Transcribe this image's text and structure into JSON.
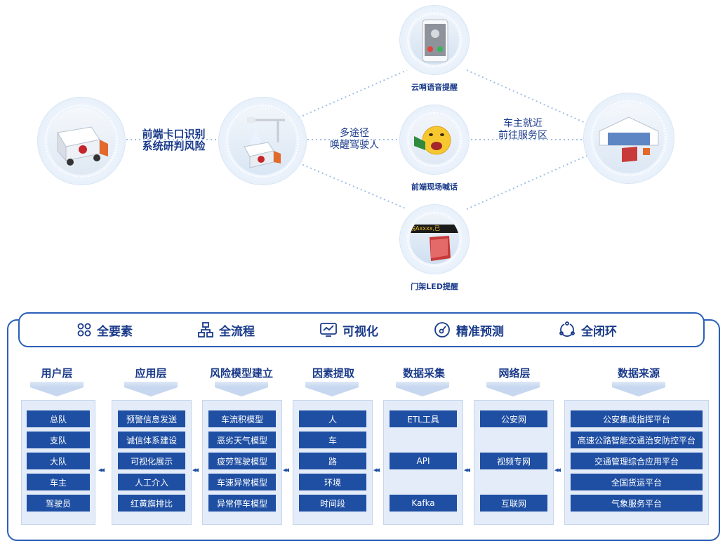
{
  "diagram": {
    "left_label": [
      "前端卡口识别",
      "系统研判风险"
    ],
    "mid_label": [
      "多途径",
      "唤醒驾驶人"
    ],
    "right_label": [
      "车主就近",
      "前往服务区"
    ],
    "node_labels": {
      "cloud": "云哨语音提醒",
      "onsite": "前端现场喊话",
      "led": "门架LED提醒"
    },
    "led_text": "皖Axxxx,已"
  },
  "features": [
    {
      "icon": "grid-icon",
      "label": "全要素"
    },
    {
      "icon": "flow-icon",
      "label": "全流程"
    },
    {
      "icon": "chart-icon",
      "label": "可视化"
    },
    {
      "icon": "gauge-icon",
      "label": "精准预测"
    },
    {
      "icon": "loop-icon",
      "label": "全闭环"
    }
  ],
  "columns": [
    {
      "title": "用户层",
      "items": [
        "总队",
        "支队",
        "大队",
        "车主",
        "驾驶员"
      ]
    },
    {
      "title": "应用层",
      "items": [
        "预警信息发送",
        "诚信体系建设",
        "可视化展示",
        "人工介入",
        "红黄旗排比"
      ]
    },
    {
      "title": "风险模型建立",
      "items": [
        "车流积模型",
        "恶劣天气模型",
        "疲劳驾驶模型",
        "车速异常模型",
        "异常停车模型"
      ]
    },
    {
      "title": "因素提取",
      "items": [
        "人",
        "车",
        "路",
        "环境",
        "时间段"
      ]
    },
    {
      "title": "数据采集",
      "items": [
        "ETL工具",
        "API",
        "Kafka"
      ]
    },
    {
      "title": "网络层",
      "items": [
        "公安网",
        "视频专网",
        "互联网"
      ]
    },
    {
      "title": "数据来源",
      "items": [
        "公安集成指挥平台",
        "高速公路智能交通治安防控平台",
        "交通管理综合应用平台",
        "全国货运平台",
        "气象服务平台"
      ]
    }
  ],
  "arrow_glyph": "◂◂",
  "colors": {
    "primary": "#1f4fa3",
    "frame": "#2a5fb8",
    "panel": "#e3ecf8"
  }
}
